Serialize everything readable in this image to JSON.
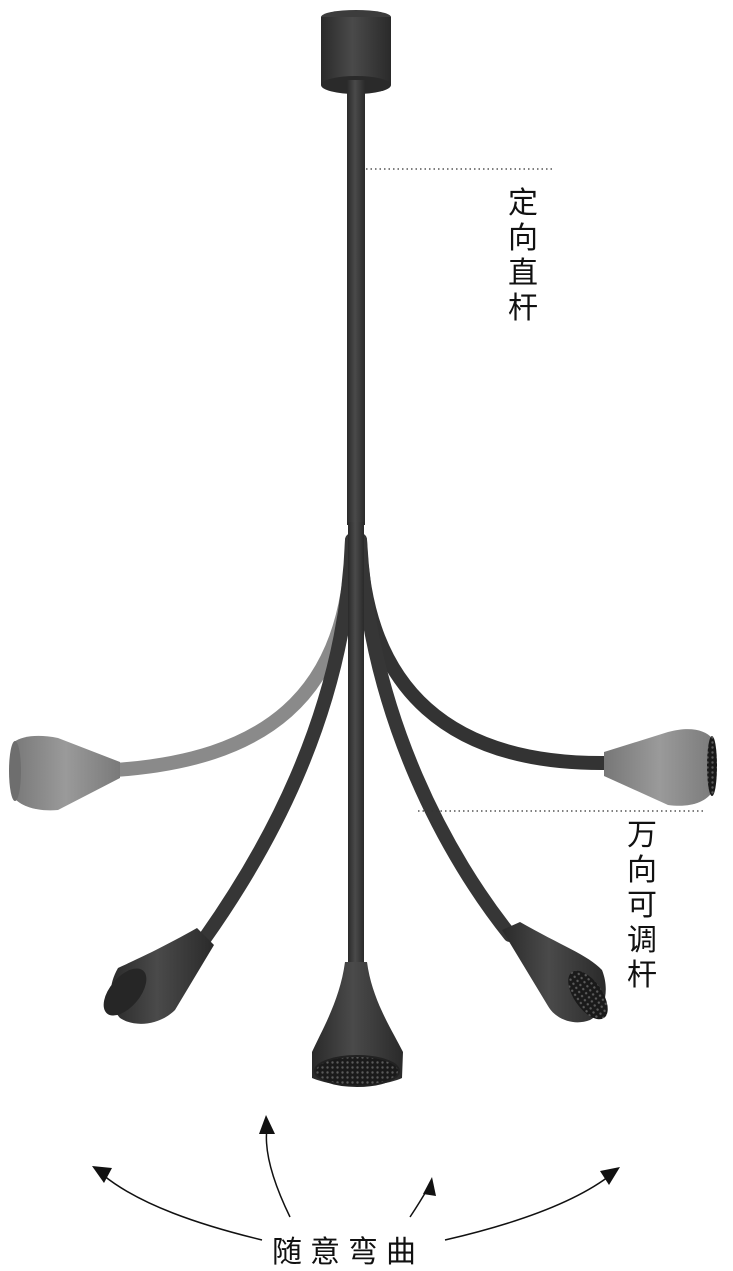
{
  "labels": {
    "fixed_rod": "定向直杆",
    "flexible_rod": "万向可调杆",
    "bend_freely": "随意弯曲"
  },
  "colors": {
    "fixture_dark": "#3a3a3a",
    "fixture_light": "#858585",
    "background": "#ffffff"
  }
}
